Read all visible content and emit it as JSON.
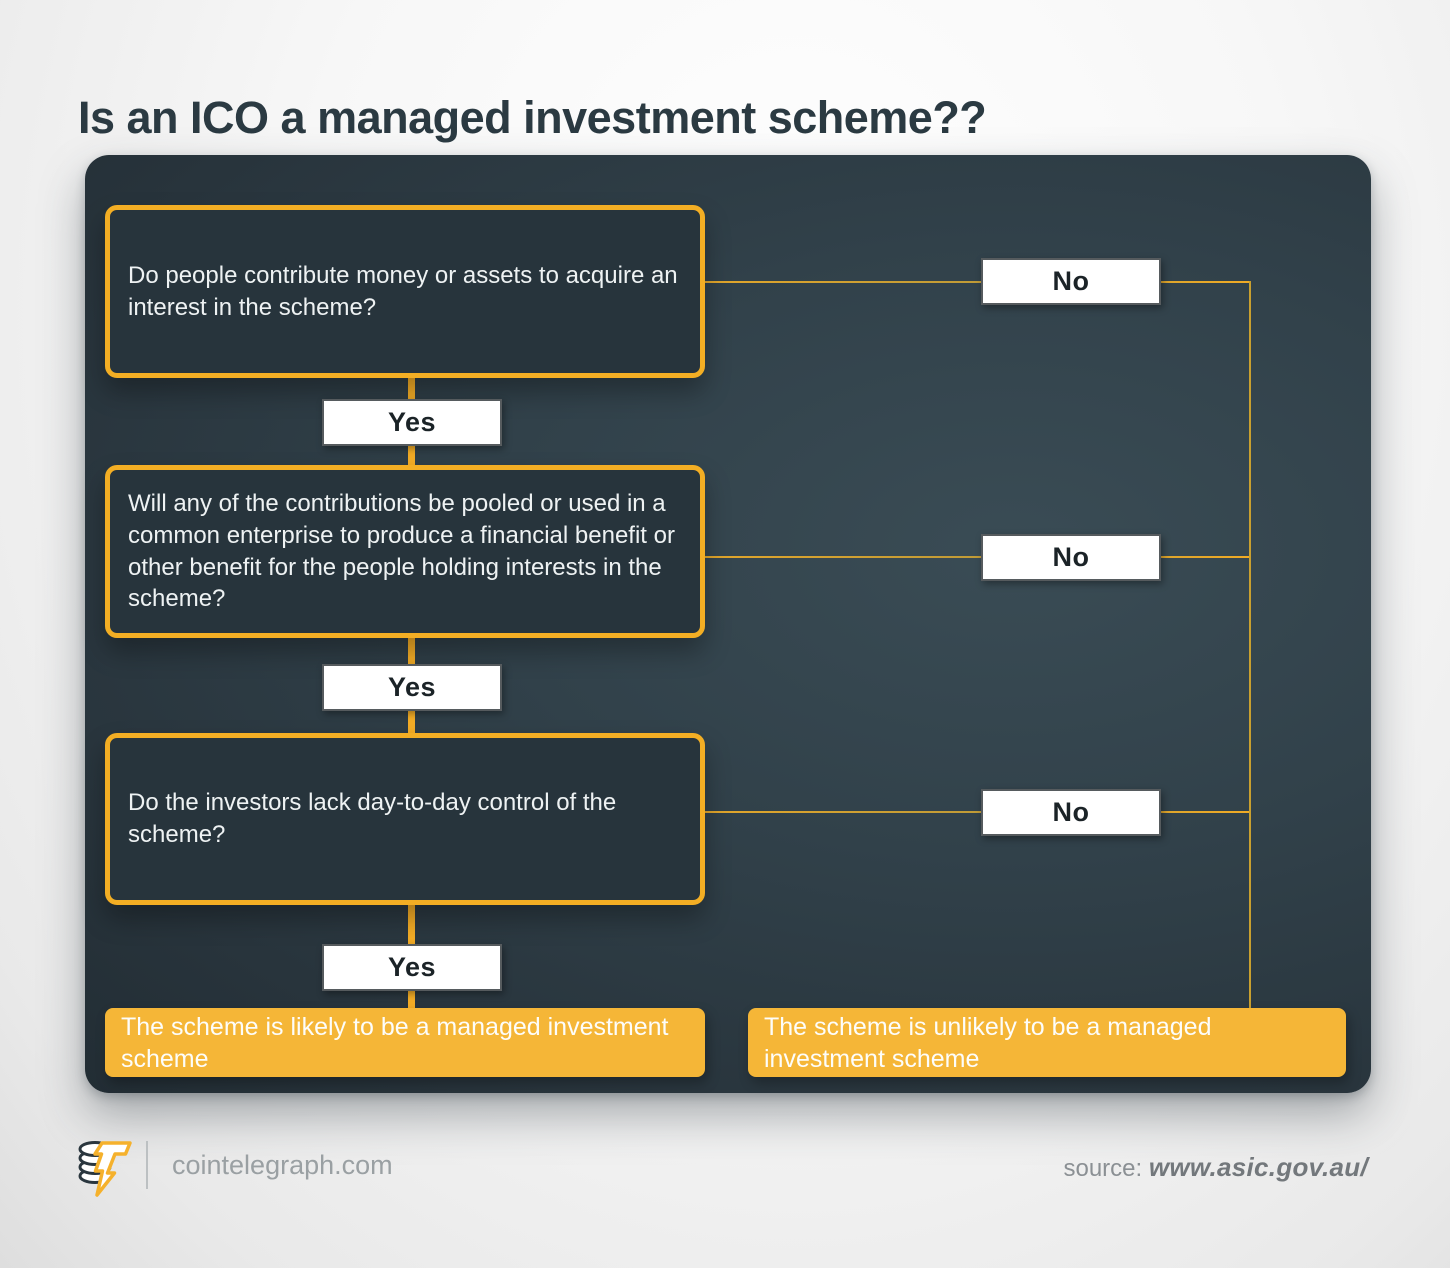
{
  "title": "Is an ICO a managed investment scheme??",
  "colors": {
    "accent_yellow": "#F3AE24",
    "outcome_yellow": "#F5B637",
    "panel_dark": "#2C3A42",
    "question_box_fill": "#27343C",
    "connector_gold": "#C9A02F",
    "title_text": "#2B3A42",
    "question_text": "#EEF2F3",
    "tag_text": "#1B2327",
    "footer_gray": "#9AA0A3"
  },
  "flowchart": {
    "questions": [
      {
        "text": "Do people contribute money  or assets to acquire an interest in the scheme?"
      },
      {
        "text": "Will any of the contributions be pooled or used in a common enterprise to produce a financial benefit or other benefit for the people holding interests in the scheme?"
      },
      {
        "text": "Do the investors lack day-to-day control of the scheme?"
      }
    ],
    "yes_label": "Yes",
    "no_label": "No",
    "outcomes": {
      "likely": "The scheme is likely to be a managed investment scheme",
      "unlikely": "The scheme is unlikely to be a managed investment scheme"
    }
  },
  "footer": {
    "brand": "cointelegraph.com",
    "source_label": "source:",
    "source_value": "www.asic.gov.au/"
  }
}
